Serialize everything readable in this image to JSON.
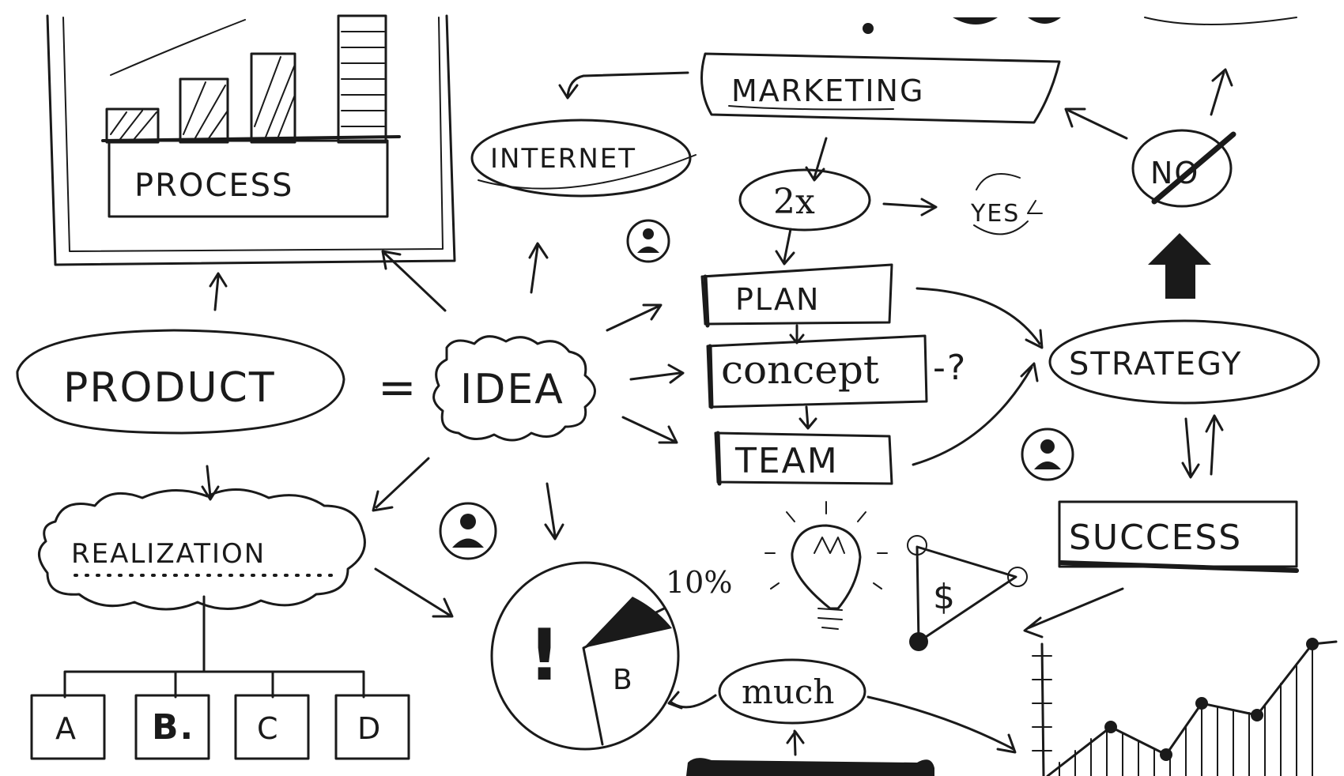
{
  "labels": {
    "process": "PROCESS",
    "internet": "INTERNET",
    "marketing": "MARKETING",
    "two_x": "2x",
    "yes": "YES",
    "no": "NO",
    "plan": "PLAN",
    "concept": "concept",
    "question": "-?",
    "team": "TEAM",
    "strategy": "STRATEGY",
    "product": "PRODUCT",
    "equals": "=",
    "idea": "IDEA",
    "success": "SUCCESS",
    "realization": "REALIZATION",
    "percent": "10%",
    "exclaim": "!",
    "pie_b": "B",
    "dollar": "$",
    "much": "much",
    "box_a": "A",
    "box_b": "B.",
    "box_c": "C",
    "box_d": "D"
  },
  "icons": [
    "bar-chart-icon",
    "person-icon",
    "lightbulb-icon",
    "pie-chart-icon",
    "line-chart-icon",
    "up-arrow-icon"
  ],
  "ink_color": "#1a1a1a"
}
